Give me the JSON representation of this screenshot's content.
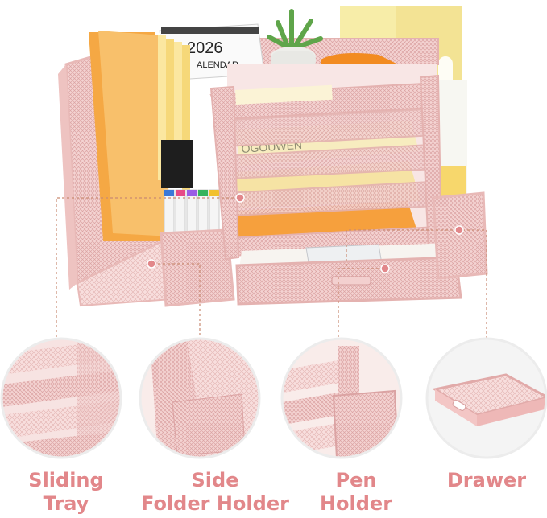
{
  "calendar": {
    "year": "2026",
    "word": "ALENDAR"
  },
  "book_text": "OGOUWEN",
  "features": [
    {
      "line1": "Sliding",
      "line2": "Tray",
      "icon": "sliding-tray-closeup"
    },
    {
      "line1": "Side",
      "line2": "Folder Holder",
      "icon": "side-folder-holder-closeup"
    },
    {
      "line1": "Pen",
      "line2": "Holder",
      "icon": "pen-holder-closeup"
    },
    {
      "line1": "Drawer",
      "line2": "",
      "icon": "drawer-closeup"
    }
  ],
  "colors": {
    "accent": "#e2878a",
    "pink_metal": "#f1c9c9",
    "pink_dark": "#d99c9e",
    "orange": "#f59a2f",
    "yellow": "#f8e89a",
    "callout_line": "#c98a72"
  }
}
